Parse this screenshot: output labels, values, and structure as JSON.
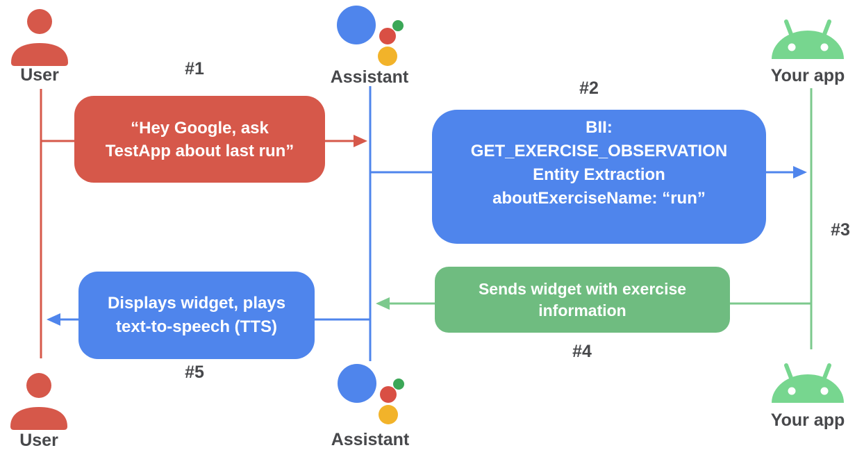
{
  "title": "Assistant app action sequence diagram",
  "colors": {
    "red": "#D6584A",
    "blue": "#4F85EC",
    "green_box": "#6FBC80",
    "green_line": "#7CC98D",
    "android_green": "#77D68F",
    "logo_blue": "#4F85EC",
    "logo_red": "#D94F44",
    "logo_yellow": "#F2B32A",
    "logo_green": "#3BA757",
    "label_gray": "#47484B",
    "text_white": "#FFFFFF"
  },
  "actors": {
    "user_top": "User",
    "assistant_top": "Assistant",
    "app_top": "Your app",
    "user_bottom": "User",
    "assistant_bottom": "Assistant",
    "app_bottom": "Your app"
  },
  "icons": {
    "user": "person-icon",
    "assistant": "google-assistant-logo-icon",
    "app": "android-robot-icon"
  },
  "steps": {
    "s1": {
      "label": "#1",
      "message": "“Hey Google, ask\nTestApp about last run”"
    },
    "s2": {
      "label": "#2",
      "message": "BII:\nGET_EXERCISE_OBSERVATION\nEntity Extraction\naboutExerciseName: “run”"
    },
    "s3": {
      "label": "#3",
      "message": ""
    },
    "s4": {
      "label": "#4",
      "message": "Sends widget with exercise\ninformation"
    },
    "s5": {
      "label": "#5",
      "message": "Displays widget, plays\ntext-to-speech (TTS)"
    }
  }
}
